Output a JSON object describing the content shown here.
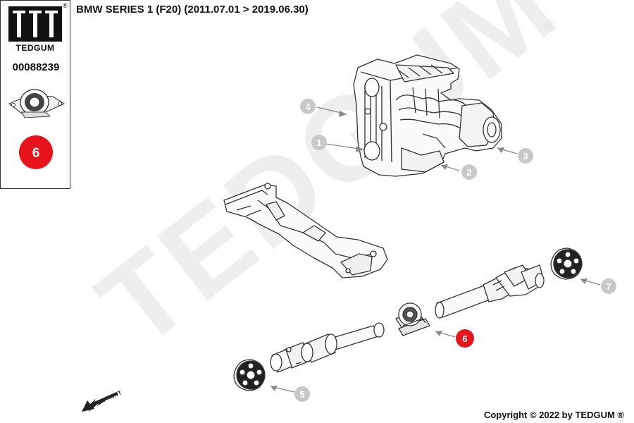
{
  "header": {
    "title": "BMW SERIES 1 (F20)  (2011.07.01 > 2019.06.30)"
  },
  "sidebar": {
    "brand": "TEDGUM",
    "registered_mark": "®",
    "part_number": "00088239",
    "highlight_number": "6"
  },
  "watermark": {
    "text": "TEDGUM",
    "registered_mark": "®"
  },
  "front_label": "FRONT",
  "callouts": [
    {
      "number": "1",
      "highlighted": false
    },
    {
      "number": "2",
      "highlighted": false
    },
    {
      "number": "3",
      "highlighted": false
    },
    {
      "number": "4",
      "highlighted": false
    },
    {
      "number": "5",
      "highlighted": false
    },
    {
      "number": "6",
      "highlighted": true
    },
    {
      "number": "7",
      "highlighted": false
    }
  ],
  "colors": {
    "highlight": "#e8141c",
    "callout_gray": "#c8c8c8",
    "line": "#333333",
    "watermark": "#eeeeee"
  },
  "footer": {
    "copyright": "Copyright © 2022 by TEDGUM ®"
  }
}
